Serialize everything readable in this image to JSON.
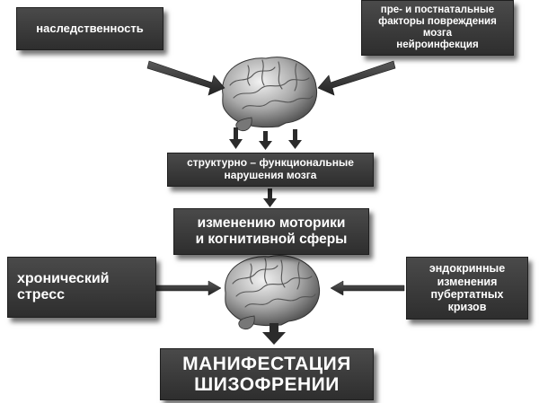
{
  "nodes": {
    "heredity": "наследственность",
    "factors": [
      "пре- и постнатальные",
      "факторы повреждения",
      "мозга",
      "нейроинфекция"
    ],
    "structural": [
      "структурно – функциональные",
      "нарушения мозга"
    ],
    "motor": [
      "изменению моторики",
      "и когнитивной сферы"
    ],
    "stress": [
      "хронический",
      "стресс"
    ],
    "endocrine": [
      "эндокринные",
      "изменения",
      "пубертатных",
      "кризов"
    ],
    "manifest": [
      "МАНИФЕСТАЦИЯ",
      "ШИЗОФРЕНИИ"
    ]
  },
  "icons": [
    "brain-icon",
    "brain-icon"
  ],
  "colors": {
    "box": "#3a3a3a",
    "text": "#ffffff",
    "arrow": "#333333"
  }
}
